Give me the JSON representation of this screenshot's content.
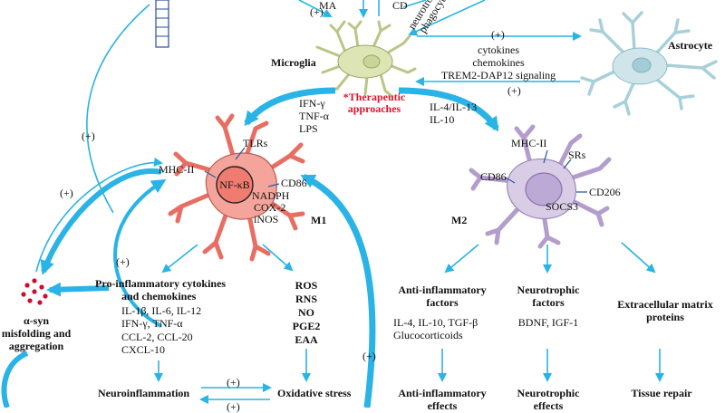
{
  "labels": {
    "microglia": "Microglia",
    "astrocyte": "Astrocyte",
    "therapeutic_1": "*Therapeutic",
    "therapeutic_2": "approaches",
    "plus": "(+)",
    "top_abbrev_1": "MA",
    "top_abbrev_2": "CD",
    "top_rot_1": "neurotrop",
    "top_rot_2": "phagocyto",
    "astro_signals": [
      "cytokines",
      "chemokines",
      "TREM2-DAP12 signaling"
    ],
    "m1_inducers": [
      "IFN-γ",
      "TNF-α",
      "LPS"
    ],
    "m2_inducers": [
      "IL-4/IL-13",
      "IL-10"
    ],
    "m1": {
      "label": "M1",
      "tlrs": "TLRs",
      "mhc2": "MHC-II",
      "nfkb": "NF-κB",
      "cd86": "CD86",
      "nadph": "NADPH",
      "cox2": "COX-2",
      "inos": "iNOS"
    },
    "m2": {
      "label": "M2",
      "mhc2": "MHC-II",
      "srs": "SRs",
      "cd86": "CD86",
      "cd206": "CD206",
      "socs3": "SOCS3"
    },
    "asyn": [
      "α-syn",
      "misfolding and",
      "aggregation"
    ],
    "pro_inflam_title": [
      "Pro-inflammatory cytokines",
      "and chemokines"
    ],
    "pro_inflam_list": [
      "IL-1β, IL-6, IL-12",
      "IFN-γ, TNF-α",
      "CCL-2, CCL-20",
      "CXCL-10"
    ],
    "ros_list": [
      "ROS",
      "RNS",
      "NO",
      "PGE2",
      "EAA"
    ],
    "anti_inflam_title": [
      "Anti-inflammatory",
      "factors"
    ],
    "anti_inflam_list": [
      "IL-4, IL-10, TGF-β",
      "Glucocorticoids"
    ],
    "neurotrophic_title": [
      "Neurotrophic",
      "factors"
    ],
    "neurotrophic_list": [
      "BDNF, IGF-1"
    ],
    "ecm_title": [
      "Extracellular matrix",
      "proteins"
    ],
    "neuroinflammation": "Neuroinflammation",
    "oxidative_stress": "Oxidative stress",
    "anti_inflam_effects": [
      "Anti-inflammatory",
      "effects"
    ],
    "neurotrophic_effects": [
      "Neurotrophic",
      "effects"
    ],
    "tissue_repair": "Tissue repair"
  },
  "colors": {
    "arrow": "#29b3e6",
    "m1_cell": "#f4a49a",
    "m1_nucleus": "#f07b70",
    "m2_cell": "#d9cde5",
    "m2_nucleus": "#bda9d6",
    "microglia_cell": "#dde5b4",
    "microglia_nucleus": "#c8d49a",
    "astrocyte_cell": "#cfe5ea",
    "astrocyte_nucleus": "#a3ccd6",
    "therapeutic": "#e0112b"
  }
}
